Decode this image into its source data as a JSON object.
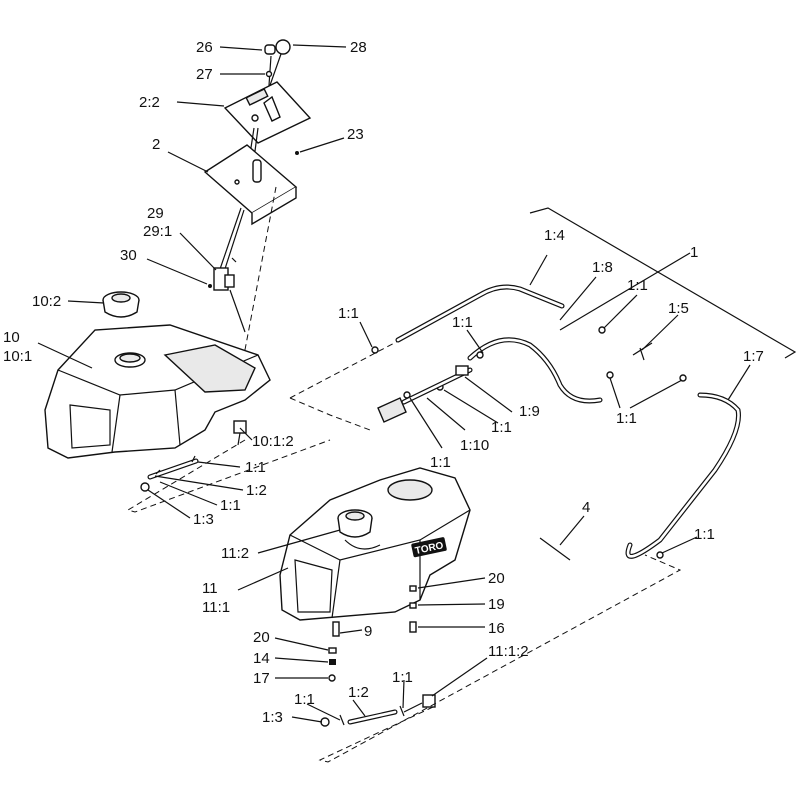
{
  "diagram": {
    "brand_mark": "TORO",
    "callouts": [
      {
        "id": "c26",
        "text": "26"
      },
      {
        "id": "c28",
        "text": "28"
      },
      {
        "id": "c27",
        "text": "27"
      },
      {
        "id": "c2_2",
        "text": "2:2"
      },
      {
        "id": "c2",
        "text": "2"
      },
      {
        "id": "c23",
        "text": "23"
      },
      {
        "id": "c29",
        "text": "29"
      },
      {
        "id": "c29_1",
        "text": "29:1"
      },
      {
        "id": "c30",
        "text": "30"
      },
      {
        "id": "c10_2",
        "text": "10:2"
      },
      {
        "id": "c10",
        "text": "10"
      },
      {
        "id": "c10_1",
        "text": "10:1"
      },
      {
        "id": "c10_1_2",
        "text": "10:1:2"
      },
      {
        "id": "c1_1_a",
        "text": "1:1"
      },
      {
        "id": "c1_2_a",
        "text": "1:2"
      },
      {
        "id": "c1_1_b",
        "text": "1:1"
      },
      {
        "id": "c1_3_a",
        "text": "1:3"
      },
      {
        "id": "c1_4",
        "text": "1:4"
      },
      {
        "id": "c1_8",
        "text": "1:8"
      },
      {
        "id": "c1",
        "text": "1"
      },
      {
        "id": "c1_1_c",
        "text": "1:1"
      },
      {
        "id": "c1_1_d",
        "text": "1:1"
      },
      {
        "id": "c1_5",
        "text": "1:5"
      },
      {
        "id": "c1_1_e",
        "text": "1:1"
      },
      {
        "id": "c1_7",
        "text": "1:7"
      },
      {
        "id": "c1_9",
        "text": "1:9"
      },
      {
        "id": "c1_1_f",
        "text": "1:1"
      },
      {
        "id": "c1_10",
        "text": "1:10"
      },
      {
        "id": "c1_1_g",
        "text": "1:1"
      },
      {
        "id": "c1_1_h",
        "text": "1:1"
      },
      {
        "id": "c4",
        "text": "4"
      },
      {
        "id": "c1_1_i",
        "text": "1:1"
      },
      {
        "id": "c11_2",
        "text": "11:2"
      },
      {
        "id": "c11",
        "text": "11"
      },
      {
        "id": "c11_1",
        "text": "11:1"
      },
      {
        "id": "c20_a",
        "text": "20"
      },
      {
        "id": "c19",
        "text": "19"
      },
      {
        "id": "c16",
        "text": "16"
      },
      {
        "id": "c9",
        "text": "9"
      },
      {
        "id": "c20_b",
        "text": "20"
      },
      {
        "id": "c14",
        "text": "14"
      },
      {
        "id": "c17",
        "text": "17"
      },
      {
        "id": "c11_1_2",
        "text": "11:1:2"
      },
      {
        "id": "c1_1_j",
        "text": "1:1"
      },
      {
        "id": "c1_1_k",
        "text": "1:1"
      },
      {
        "id": "c1_2_b",
        "text": "1:2"
      },
      {
        "id": "c1_3_b",
        "text": "1:3"
      }
    ]
  }
}
